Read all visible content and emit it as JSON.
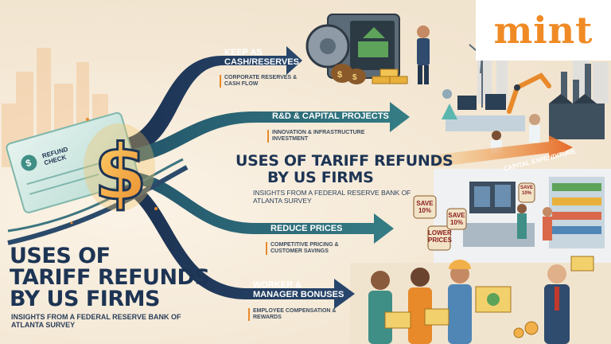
{
  "brand": {
    "logo_text": "mint"
  },
  "headline": {
    "lines": [
      "USES OF",
      "TARIFF REFUNDS",
      "BY US FIRMS"
    ],
    "subtitle": "INSIGHTS FROM A FEDERAL RESERVE BANK OF ATLANTA SURVEY"
  },
  "center_title": {
    "lines": [
      "USES OF TARIFF REFUNDS",
      "BY US FIRMS"
    ],
    "subtitle": "INSIGHTS FROM A FEDERAL RESERVE BANK OF ATLANTA SURVEY"
  },
  "check": {
    "label": "REFUND CHECK"
  },
  "uses": [
    {
      "label_lines": [
        "KEEP AS",
        "CASH/RESERVES"
      ],
      "detail": "CORPORATE RESERVES & CASH FLOW",
      "color": "#1f3a5c"
    },
    {
      "label_lines": [
        "R&D & CAPITAL PROJECTS"
      ],
      "detail": "INNOVATION & INFRASTRUCTURE INVESTMENT",
      "color": "#2e6a73"
    },
    {
      "label_lines": [
        "REDUCE PRICES"
      ],
      "detail": "COMPETITIVE PRICING & CUSTOMER SAVINGS",
      "color": "#2f6a78"
    },
    {
      "label_lines": [
        "WORKER &",
        "MANAGER BONUSES"
      ],
      "detail": "EMPLOYEE COMPENSATION & REWARDS",
      "color": "#1f3a5c"
    }
  ],
  "capex_label": "CAPITAL EXPENDITURE",
  "price_tags": [
    "SAVE 10%",
    "LOWER PRICES",
    "SAVE 10%",
    "SAVE 10%"
  ],
  "colors": {
    "navy": "#1f3a5c",
    "teal": "#2e6a73",
    "orange": "#e88a2a",
    "gold": "#f2a93b",
    "cream": "#f6efe3"
  },
  "icons": [
    "dollar-sign-icon",
    "vault-icon",
    "money-bag-icon",
    "gold-bars-icon",
    "robot-arm-icon",
    "factory-icon",
    "wind-turbine-icon",
    "price-tag-icon",
    "envelope-icon",
    "coin-icon"
  ]
}
